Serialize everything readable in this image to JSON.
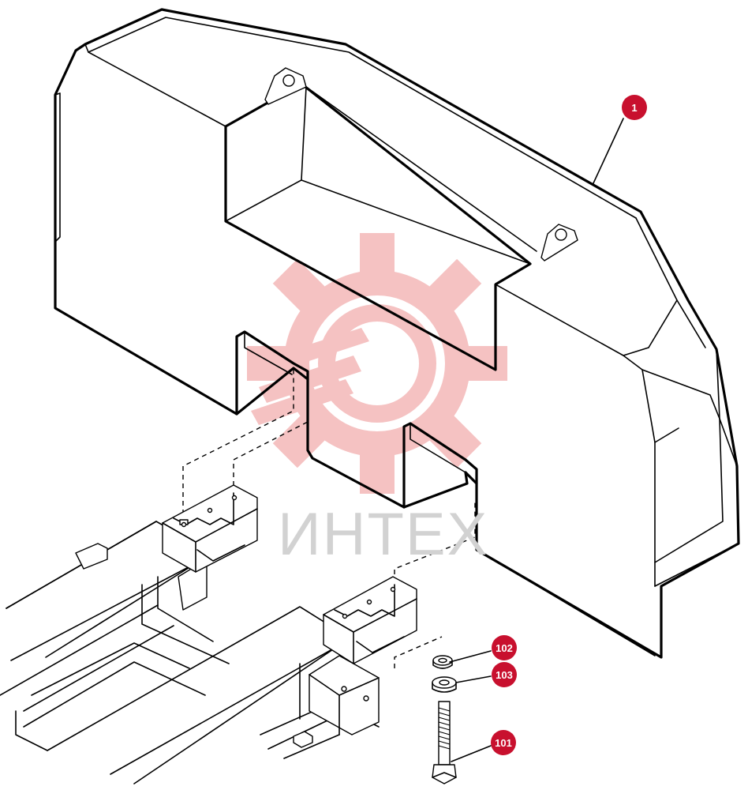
{
  "watermark": {
    "text": "ИНТЕХ",
    "color": "#d2d2d2",
    "logo_color": "#f4b8b8",
    "logo": "gear-wrench-logo"
  },
  "callouts": [
    {
      "id": "callout-1",
      "label": "1"
    },
    {
      "id": "callout-102",
      "label": "102"
    },
    {
      "id": "callout-103",
      "label": "103"
    },
    {
      "id": "callout-101",
      "label": "101"
    }
  ],
  "colors": {
    "callout": "#c8102e",
    "line": "#000000"
  }
}
